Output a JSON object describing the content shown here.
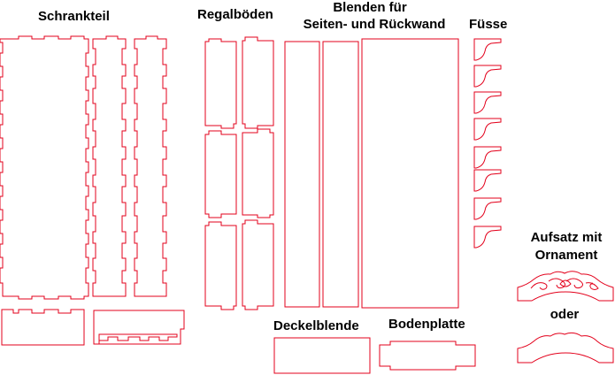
{
  "labels": {
    "schrankteil": "Schrankteil",
    "regalboeden": "Regalböden",
    "blenden_line1": "Blenden für",
    "blenden_line2": "Seiten- und Rückwand",
    "fuesse": "Füsse",
    "aufsatz_line1": "Aufsatz mit",
    "aufsatz_line2": "Ornament",
    "oder": "oder",
    "deckelblende": "Deckelblende",
    "bodenplatte": "Bodenplatte"
  },
  "colors": {
    "cut_line": "#e3001b",
    "text": "#000000",
    "background": "#ffffff"
  }
}
